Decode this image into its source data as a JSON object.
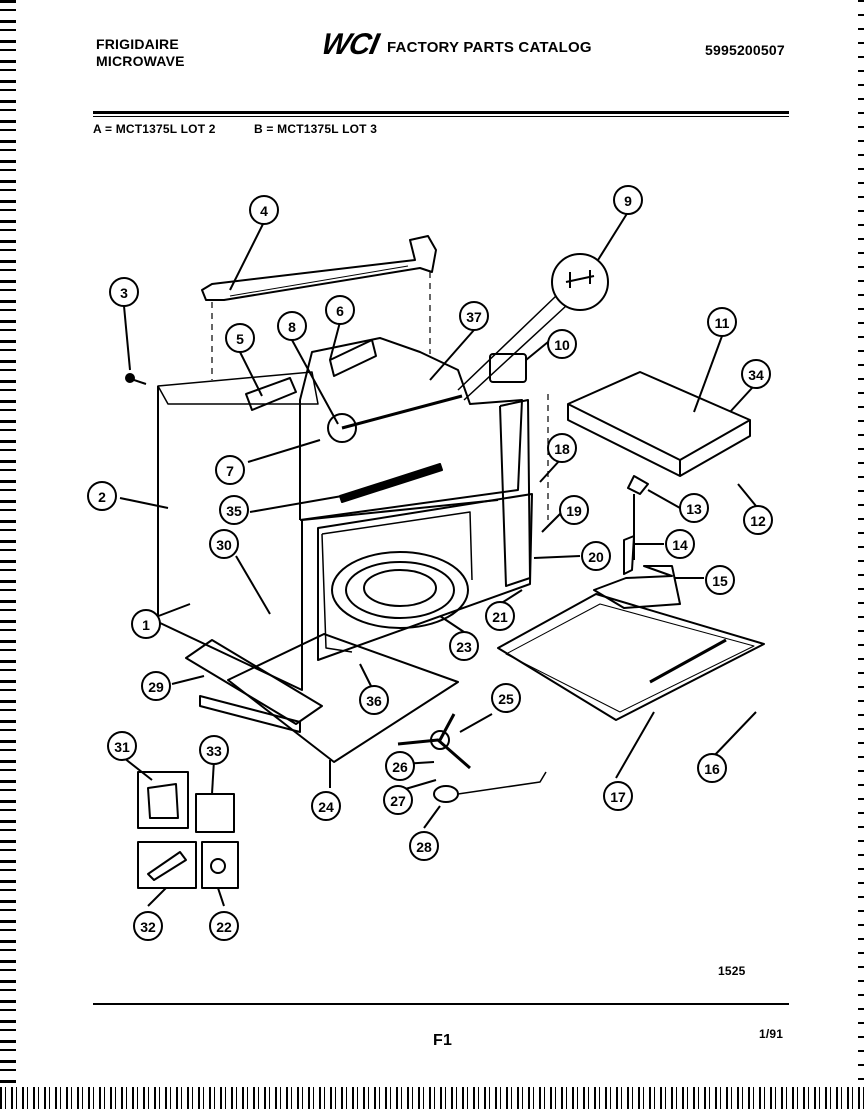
{
  "header": {
    "brand_line1": "FRIGIDAIRE",
    "brand_line2": "MICROWAVE",
    "logo": "WCI",
    "catalog_title": "FACTORY PARTS CATALOG",
    "catalog_number": "5995200507"
  },
  "models": {
    "a": "A = MCT1375L LOT 2",
    "b": "B = MCT1375L LOT 3"
  },
  "callouts": [
    "4",
    "9",
    "3",
    "37",
    "5",
    "8",
    "6",
    "10",
    "11",
    "34",
    "7",
    "18",
    "13",
    "12",
    "2",
    "35",
    "19",
    "14",
    "30",
    "20",
    "15",
    "21",
    "1",
    "23",
    "29",
    "36",
    "25",
    "17",
    "16",
    "31",
    "33",
    "26",
    "27",
    "24",
    "28",
    "32",
    "22"
  ],
  "footer": {
    "figure_number": "1525",
    "page_id": "F1",
    "date": "1/91"
  }
}
